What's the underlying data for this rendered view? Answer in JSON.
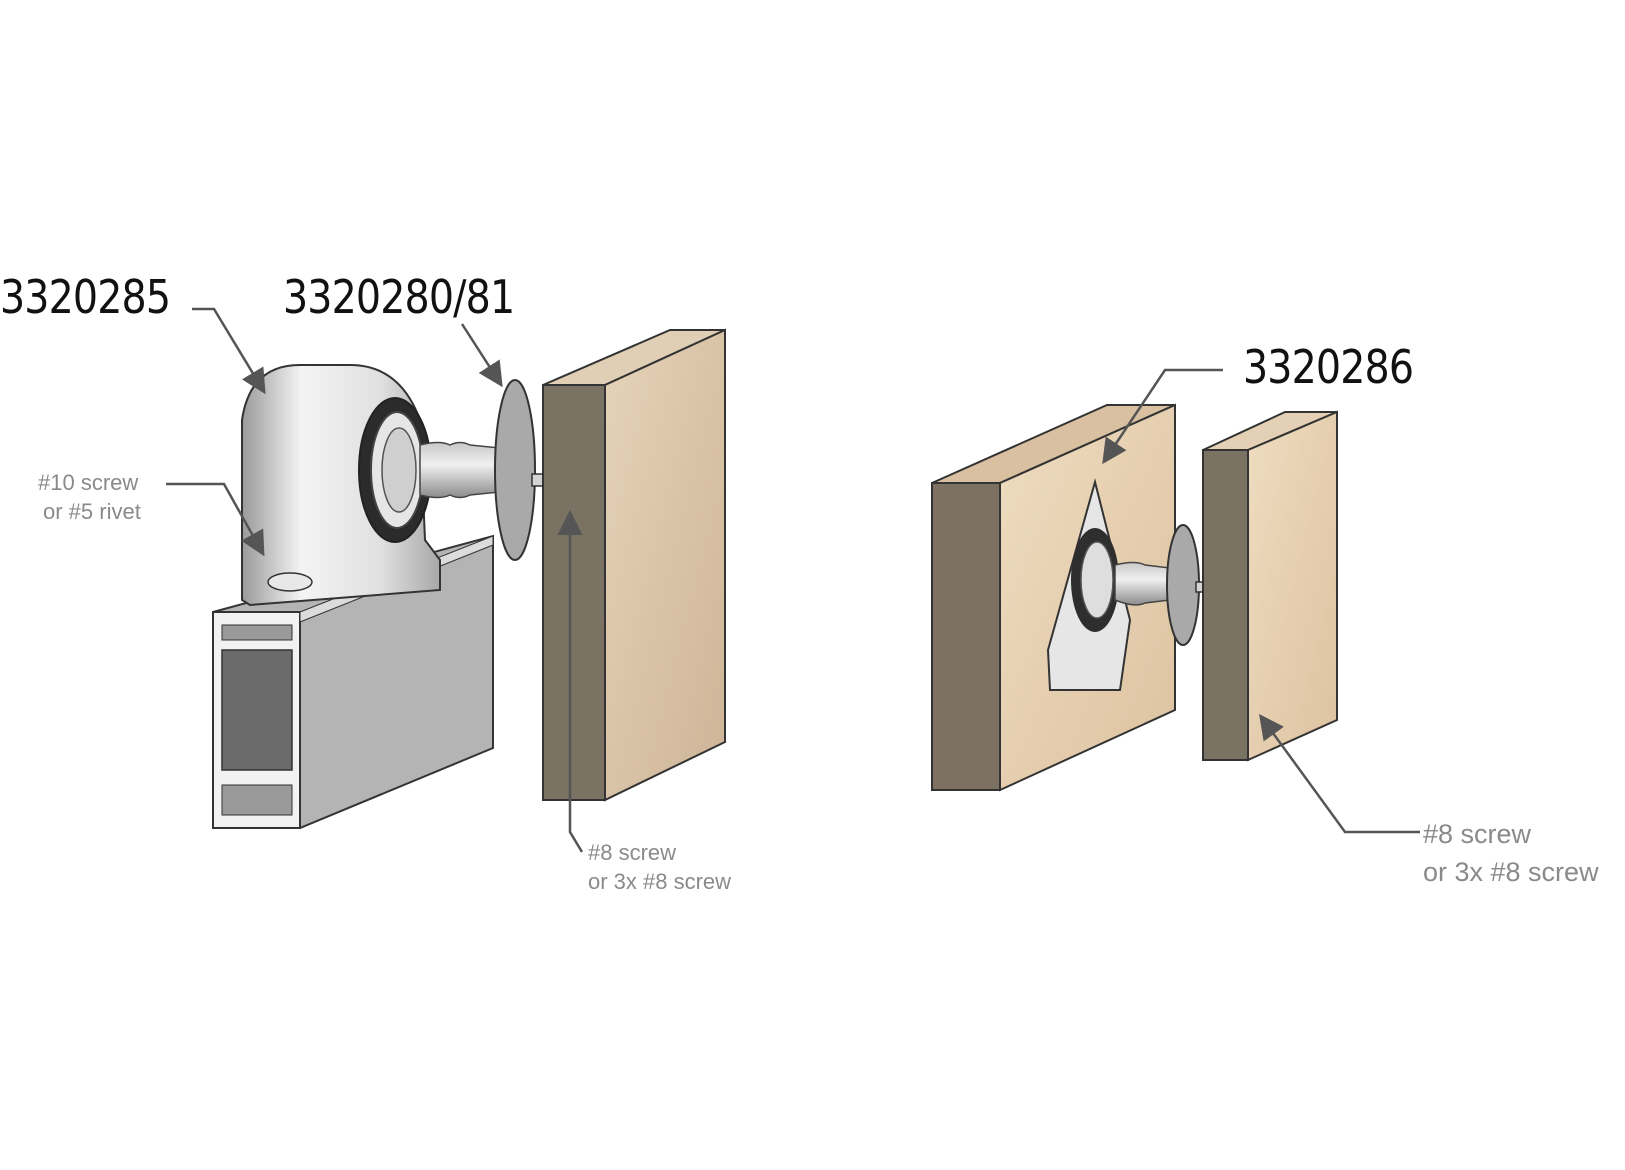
{
  "diagram": {
    "title": "",
    "left_assembly": {
      "labels": {
        "part_a": "3320285",
        "part_b": "3320280/81",
        "fastener_top": [
          "#10 screw",
          "or #5 rivet"
        ],
        "fastener_bottom": [
          "#8 screw",
          "or 3x #8 screw"
        ]
      },
      "components": [
        "pillow-block bearing housing",
        "aluminium extrusion profile",
        "rod end with flange",
        "wooden panel"
      ]
    },
    "right_assembly": {
      "labels": {
        "part_c": "3320286",
        "fastener_bottom": [
          "#8 screw",
          "or 3x #8 screw"
        ]
      },
      "components": [
        "plywood panel",
        "triangular flange bearing plate",
        "rod end with flange",
        "wooden panel"
      ]
    },
    "colors": {
      "label_text": "#111111",
      "note_text": "#8a8a8a",
      "leader_line": "#555555",
      "wood_face": "#d9c3a6",
      "wood_edge": "#7a7262",
      "aluminium": "#b8b8b8",
      "metal": "#d8d8d8"
    }
  }
}
